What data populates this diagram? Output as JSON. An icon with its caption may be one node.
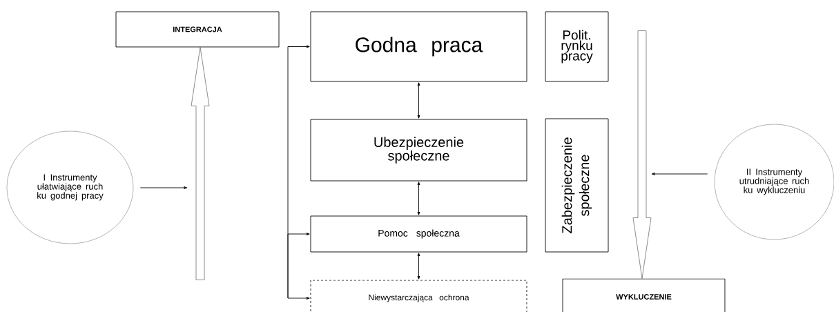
{
  "diagram": {
    "nodes": [
      {
        "text": [
          "INTEGRACJA"
        ]
      },
      {
        "text": [
          "Godna praca"
        ]
      },
      {
        "text": [
          "Polit. rynku pracy"
        ]
      },
      {
        "text": [
          "Ubezpieczenie społeczne"
        ]
      },
      {
        "text": [
          "Zabezpieczenie społeczne"
        ]
      },
      {
        "text": [
          "Pomoc społeczna"
        ]
      },
      {
        "text": [
          "I Instrumenty ułatwiające ruch ku godnej pracy"
        ]
      },
      {
        "text": [
          "II Instrumenty utrudniające ruch ku wykluczeniu"
        ]
      },
      {
        "text": [
          "Niewystarczająca ochrona"
        ]
      },
      {
        "text": [
          "WYKLUCZENIE"
        ]
      }
    ],
    "edges": [
      {
        "from": null,
        "to": 0,
        "arrow": "to",
        "style": "thick"
      },
      {
        "from": 6,
        "to": null,
        "arrow": "to"
      },
      {
        "from": null,
        "to": 9,
        "arrow": "to",
        "style": "thick"
      },
      {
        "from": 7,
        "to": null,
        "arrow": "to"
      },
      {
        "from": null,
        "to": 1,
        "arrow": "to"
      },
      {
        "from": null,
        "to": 5,
        "arrow": "to"
      },
      {
        "from": null,
        "to": 8,
        "arrow": "to"
      },
      {
        "from": 1,
        "to": 3,
        "arrow": "both"
      },
      {
        "from": 3,
        "to": 5,
        "arrow": "both"
      },
      {
        "from": 5,
        "to": 8,
        "arrow": "both"
      }
    ]
  }
}
